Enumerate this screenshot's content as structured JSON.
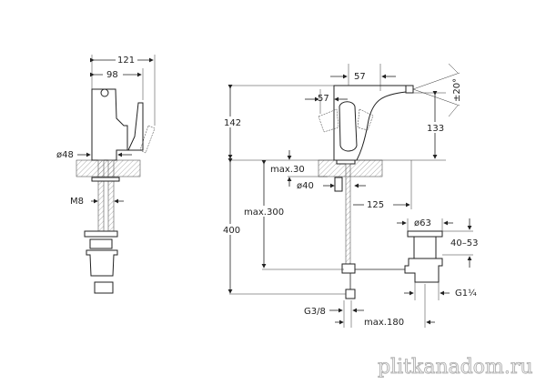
{
  "side_view": {
    "width_total": "121",
    "width_body": "98",
    "diameter_base": "ø48",
    "thread": "M8"
  },
  "front_view": {
    "spout_reach": "57",
    "lever_swing": "57",
    "height": "142",
    "spout_angle": "±20°",
    "spout_height": "133",
    "deck_thickness": "max.30",
    "hole_diameter": "ø40",
    "spout_offset": "125",
    "hose_length": "max.300",
    "total_depth": "400",
    "connection": "G3/8",
    "pop_up_offset": "max.180"
  },
  "waste": {
    "diameter": "ø63",
    "height_range": "40–53",
    "thread": "G1¼"
  },
  "watermark": "plitkanadom.ru"
}
